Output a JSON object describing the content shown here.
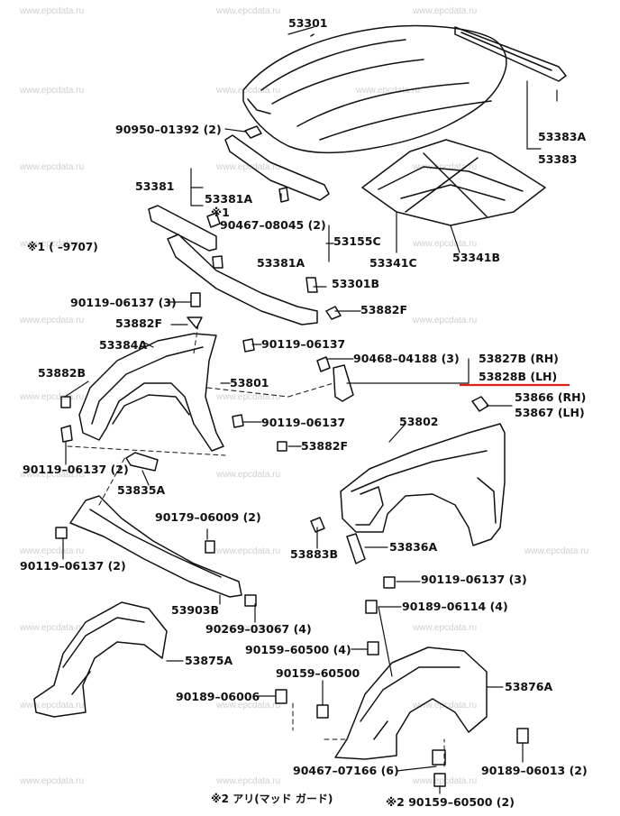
{
  "watermark": "www.epcdata.ru",
  "accent_line_color": "#e0201c",
  "labels": {
    "p53301": "53301",
    "p90950": "90950–01392 (2)",
    "p53381": "53381",
    "p53381a_1": "53381A",
    "p53381a_2": "53381A",
    "p_mark1": "※1",
    "p90467_08045": "90467–08045 (2)",
    "p53155c": "53155C",
    "p_note1": "※1 (      –9707)",
    "p53341c": "53341C",
    "p53341b": "53341B",
    "p53383a": "53383A",
    "p53383": "53383",
    "p53301b": "53301B",
    "p90119_1": "90119–06137 (3)",
    "p53882f_1": "53882F",
    "p53882f_2": "53882F",
    "p53882f_3": "53882F",
    "p53384a": "53384A",
    "p90119_2": "90119–06137",
    "p90468": "90468–04188 (3)",
    "p53827b": "53827B (RH)",
    "p53828b": "53828B (LH)",
    "p53882b": "53882B",
    "p53801": "53801",
    "p53866": "53866 (RH)",
    "p53867": "53867 (LH)",
    "p90119_3": "90119–06137",
    "p53802": "53802",
    "p90119_4": "90119–06137 (2)",
    "p53835a": "53835A",
    "p90179": "90179–06009 (2)",
    "p90119_5": "90119–06137 (2)",
    "p53883b": "53883B",
    "p53836a": "53836A",
    "p90119_6": "90119–06137 (3)",
    "p53903b": "53903B",
    "p90269": "90269–03067 (4)",
    "p90189_06114": "90189–06114 (4)",
    "p53875a": "53875A",
    "p90159_60500_4": "90159–60500 (4)",
    "p90159_60500": "90159–60500",
    "p90189_06006": "90189–06006",
    "p53876a": "53876A",
    "p90467_07166": "90467–07166 (6)",
    "p90189_06013": "90189–06013 (2)",
    "p_note2": "※2 アリ(マッド ガード)",
    "p90159_60500_2": "※2  90159–60500 (2)"
  }
}
